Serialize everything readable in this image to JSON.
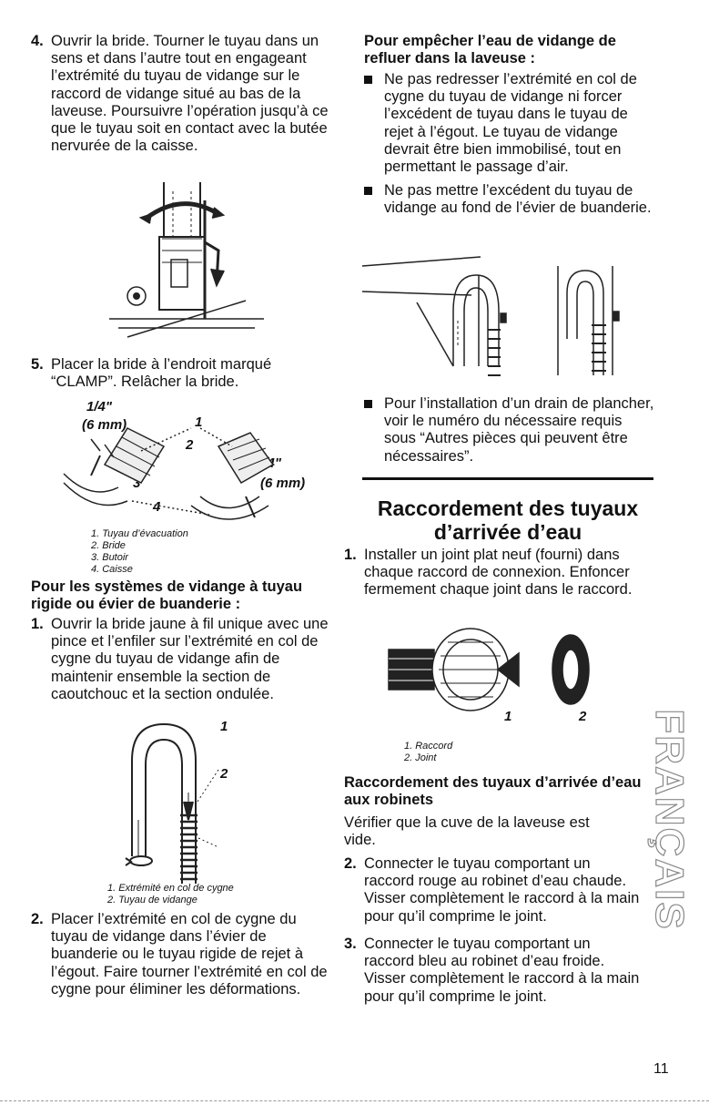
{
  "left": {
    "step4": {
      "num": "4.",
      "text": "Ouvrir la bride. Tourner le tuyau dans un sens et dans l’autre tout en engageant l’extrémité du tuyau de vidange sur le raccord de vidange situé au bas de la laveuse. Poursuivre l’opération jusqu’à ce que le tuyau soit en contact avec la butée nervurée de la caisse."
    },
    "step5": {
      "num": "5.",
      "text": "Placer la bride à l’endroit marqué “CLAMP”. Relâcher la bride."
    },
    "fig2": {
      "dim_left_a": "1/4\"",
      "dim_left_b": "(6 mm)",
      "dim_right_a": "1/4\"",
      "dim_right_b": "(6 mm)",
      "c1": "1",
      "c2": "2",
      "c3": "3",
      "c4": "4",
      "captions": [
        "1. Tuyau d’évacuation",
        "2. Bride",
        "3. Butoir",
        "4. Caisse"
      ]
    },
    "heading_rigid": "Pour les systèmes de vidange à tuyau rigide ou évier de buanderie :",
    "rstep1": {
      "num": "1.",
      "text": "Ouvrir la bride jaune à fil unique avec une pince et l’enfiler sur l’extrémité en col de cygne du tuyau de vidange afin de maintenir ensemble la section de caoutchouc et la section ondulée."
    },
    "fig3": {
      "c1": "1",
      "c2": "2",
      "captions": [
        "1. Extrémité en col de cygne",
        "2. Tuyau de vidange"
      ]
    },
    "rstep2": {
      "num": "2.",
      "text": "Placer l’extrémité en col de cygne du tuyau de vidange dans l’évier de buanderie ou le tuyau rigide de rejet à l’égout. Faire tourner l’extrémité en col de cygne pour éliminer les déformations."
    }
  },
  "right": {
    "heading_backflow": "Pour empêcher l’eau de vidange de refluer dans la laveuse :",
    "bullet1": "Ne pas redresser l’extrémité en col de cygne du tuyau de vidange ni forcer l’excédent de tuyau dans le tuyau de rejet à l’égout. Le tuyau de vidange devrait être bien immobilisé, tout en permettant le passage d’air.",
    "bullet2": "Ne pas mettre l’excédent du tuyau de vidange au fond de l’évier de buanderie.",
    "bullet3": "Pour l’installation d’un drain de plancher, voir le numéro du nécessaire requis sous “Autres pièces qui peuvent être nécessaires”.",
    "section_title": "Raccordement des tuyaux d’arrivée d’eau",
    "step1": {
      "num": "1.",
      "text": "Installer un joint plat neuf (fourni) dans chaque raccord de connexion. Enfoncer fermement chaque joint dans le raccord."
    },
    "fig5": {
      "c1": "1",
      "c2": "2",
      "captions": [
        "1. Raccord",
        "2. Joint"
      ]
    },
    "heading_faucets": "Raccordement des tuyaux d’arrivée d’eau aux robinets",
    "verify": "Vérifier que la cuve de la laveuse est vide.",
    "step2": {
      "num": "2.",
      "text": "Connecter le tuyau comportant un raccord rouge au robinet d’eau chaude. Visser complètement le raccord à la main pour qu’il comprime le joint."
    },
    "step3": {
      "num": "3.",
      "text": "Connecter le tuyau comportant un raccord bleu au robinet d’eau froide. Visser complètement le raccord à la main pour qu’il comprime le joint."
    }
  },
  "side_tab": "FRANÇAIS",
  "page_number": "11"
}
